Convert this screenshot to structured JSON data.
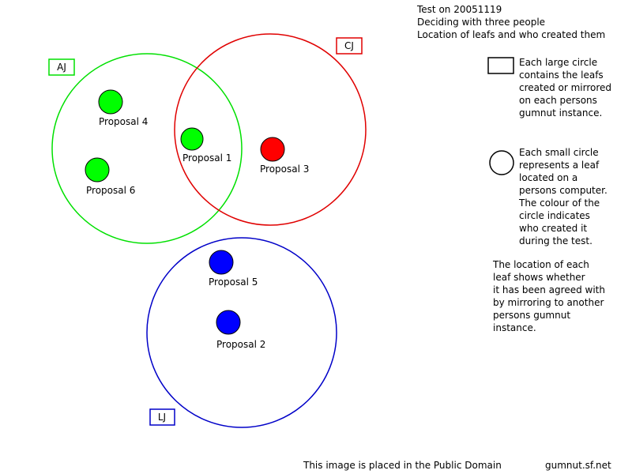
{
  "header": {
    "line1": "Test on 20051119",
    "line2": "Deciding with three people",
    "line3": "Location of leafs and who created them"
  },
  "groups": {
    "aj": {
      "label": "AJ",
      "color": "#00e000"
    },
    "cj": {
      "label": "CJ",
      "color": "#e00000"
    },
    "lj": {
      "label": "LJ",
      "color": "#0000c8"
    }
  },
  "proposals": {
    "p1": {
      "label": "Proposal 1",
      "color": "#00ff00"
    },
    "p2": {
      "label": "Proposal 2",
      "color": "#0000ff"
    },
    "p3": {
      "label": "Proposal 3",
      "color": "#ff0000"
    },
    "p4": {
      "label": "Proposal 4",
      "color": "#00ff00"
    },
    "p5": {
      "label": "Proposal 5",
      "color": "#0000ff"
    },
    "p6": {
      "label": "Proposal 6",
      "color": "#00ff00"
    }
  },
  "legend": {
    "large_circle": "Each large circle\ncontains the leafs\ncreated or mirrored\non each persons\ngumnut instance.",
    "small_circle": "Each small circle\nrepresents a leaf\nlocated on a\npersons computer.\nThe colour of the\ncircle indicates\nwho created it\nduring the test.",
    "location": "The location of each\nleaf shows whether\nit has been agreed with\nby mirroring to another\npersons gumnut\ninstance."
  },
  "footer": {
    "license": "This image is placed in the Public Domain",
    "site": "gumnut.sf.net"
  }
}
